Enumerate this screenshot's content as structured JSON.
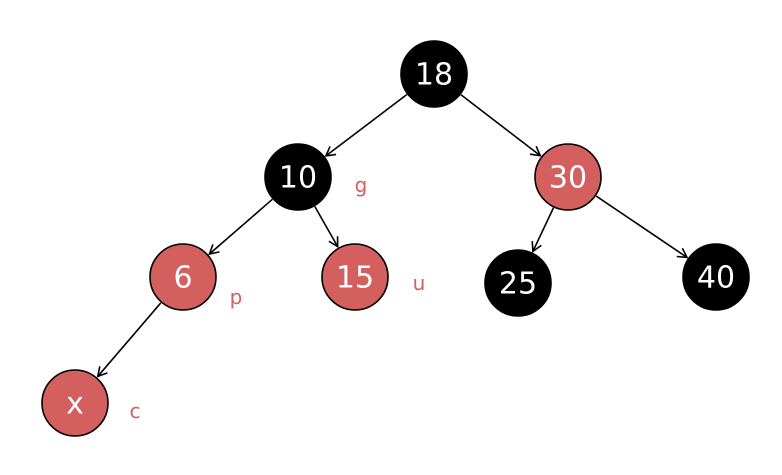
{
  "colors": {
    "black_node": "#000000",
    "red_node": "#d35f5f",
    "node_stroke": "#000000",
    "tag_text": "#d35f5f",
    "edge": "#000000"
  },
  "nodes": {
    "n18": {
      "label": "18",
      "color": "black"
    },
    "n10": {
      "label": "10",
      "color": "black",
      "tag": "g"
    },
    "n30": {
      "label": "30",
      "color": "red"
    },
    "n6": {
      "label": "6",
      "color": "red",
      "tag": "p"
    },
    "n15": {
      "label": "15",
      "color": "red",
      "tag": "u"
    },
    "n25": {
      "label": "25",
      "color": "black"
    },
    "n40": {
      "label": "40",
      "color": "black"
    },
    "nx": {
      "label": "x",
      "color": "red",
      "tag": "c"
    }
  },
  "edges": [
    {
      "from": "n18",
      "to": "n10"
    },
    {
      "from": "n18",
      "to": "n30"
    },
    {
      "from": "n10",
      "to": "n6"
    },
    {
      "from": "n10",
      "to": "n15"
    },
    {
      "from": "n30",
      "to": "n25"
    },
    {
      "from": "n30",
      "to": "n40"
    },
    {
      "from": "n6",
      "to": "nx"
    }
  ]
}
